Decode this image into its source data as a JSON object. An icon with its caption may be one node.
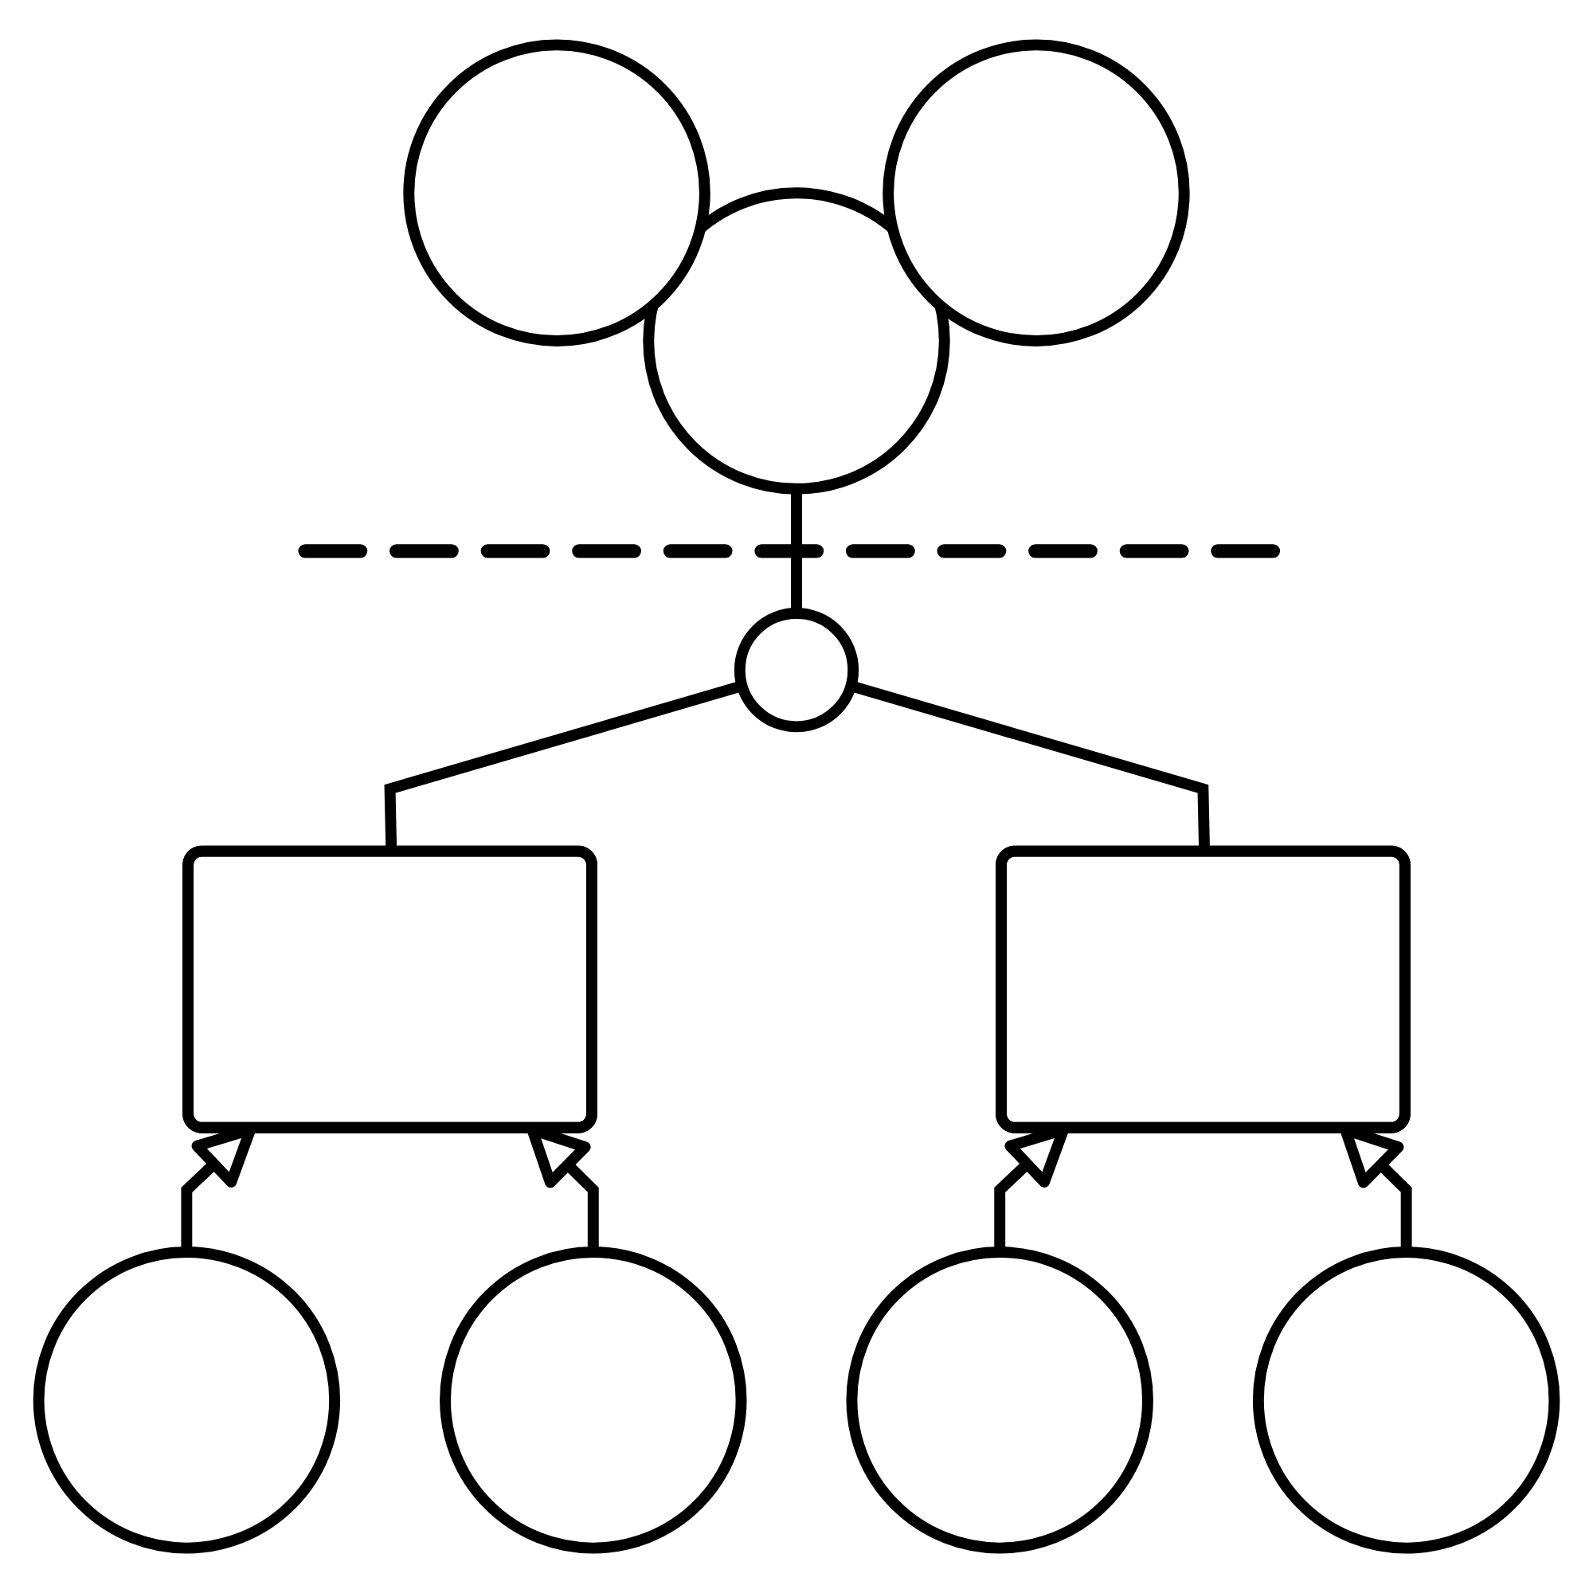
{
  "diagram": {
    "nodes": [
      {
        "text": [],
        "shape": "circle"
      },
      {
        "text": [],
        "shape": "circle"
      },
      {
        "text": [],
        "shape": "circle"
      },
      {
        "text": [],
        "shape": "circle"
      },
      {
        "text": [],
        "shape": "box"
      },
      {
        "text": [],
        "shape": "box"
      },
      {
        "text": [],
        "shape": "circle"
      },
      {
        "text": [],
        "shape": "circle"
      },
      {
        "text": [],
        "shape": "circle"
      },
      {
        "text": [],
        "shape": "circle"
      }
    ],
    "edges": [
      {
        "from": 3,
        "to": 1,
        "arrow": "none"
      },
      {
        "from": 4,
        "to": 3,
        "arrow": "none"
      },
      {
        "from": 5,
        "to": 3,
        "arrow": "none"
      },
      {
        "from": 6,
        "to": 4,
        "arrow": "to"
      },
      {
        "from": 7,
        "to": 4,
        "arrow": "to"
      },
      {
        "from": 8,
        "to": 5,
        "arrow": "to"
      },
      {
        "from": 9,
        "to": 5,
        "arrow": "to"
      }
    ]
  }
}
